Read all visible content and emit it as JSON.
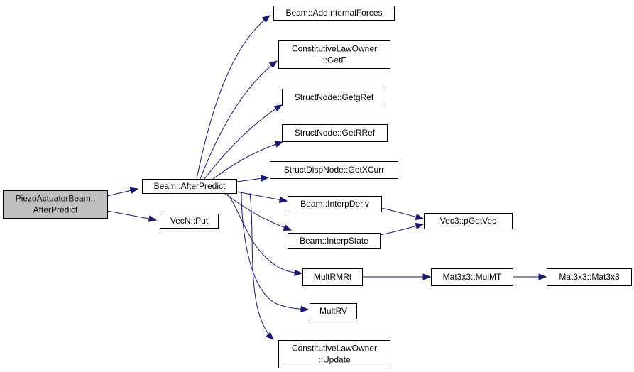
{
  "diagram": {
    "nodes": [
      {
        "id": "piezo",
        "lines": [
          "PiezoActuatorBeam::",
          "AfterPredict"
        ],
        "highlight": true
      },
      {
        "id": "afterpredict",
        "lines": [
          "Beam::AfterPredict"
        ]
      },
      {
        "id": "vecnput",
        "lines": [
          "VecN::Put"
        ]
      },
      {
        "id": "addinternal",
        "lines": [
          "Beam::AddInternalForces"
        ]
      },
      {
        "id": "getf",
        "lines": [
          "ConstitutiveLawOwner",
          "::GetF"
        ]
      },
      {
        "id": "getgref",
        "lines": [
          "StructNode::GetgRef"
        ]
      },
      {
        "id": "getrref",
        "lines": [
          "StructNode::GetRRef"
        ]
      },
      {
        "id": "getxcurr",
        "lines": [
          "StructDispNode::GetXCurr"
        ]
      },
      {
        "id": "interpderiv",
        "lines": [
          "Beam::InterpDeriv"
        ]
      },
      {
        "id": "interpstate",
        "lines": [
          "Beam::InterpState"
        ]
      },
      {
        "id": "multrmrt",
        "lines": [
          "MultRMRt"
        ]
      },
      {
        "id": "multrv",
        "lines": [
          "MultRV"
        ]
      },
      {
        "id": "update",
        "lines": [
          "ConstitutiveLawOwner",
          "::Update"
        ]
      },
      {
        "id": "pgetvec",
        "lines": [
          "Vec3::pGetVec"
        ]
      },
      {
        "id": "mulmt",
        "lines": [
          "Mat3x3::MulMT"
        ]
      },
      {
        "id": "mat3x3",
        "lines": [
          "Mat3x3::Mat3x3"
        ]
      }
    ],
    "edges": [
      {
        "from": "piezo",
        "to": "afterpredict"
      },
      {
        "from": "piezo",
        "to": "vecnput"
      },
      {
        "from": "afterpredict",
        "to": "addinternal"
      },
      {
        "from": "afterpredict",
        "to": "getf"
      },
      {
        "from": "afterpredict",
        "to": "getgref"
      },
      {
        "from": "afterpredict",
        "to": "getrref"
      },
      {
        "from": "afterpredict",
        "to": "getxcurr"
      },
      {
        "from": "afterpredict",
        "to": "interpderiv"
      },
      {
        "from": "afterpredict",
        "to": "interpstate"
      },
      {
        "from": "afterpredict",
        "to": "multrmrt"
      },
      {
        "from": "afterpredict",
        "to": "multrv"
      },
      {
        "from": "afterpredict",
        "to": "update"
      },
      {
        "from": "interpderiv",
        "to": "pgetvec"
      },
      {
        "from": "interpstate",
        "to": "pgetvec"
      },
      {
        "from": "multrmrt",
        "to": "mulmt"
      },
      {
        "from": "mulmt",
        "to": "mat3x3"
      }
    ],
    "colors": {
      "edge": "#191970",
      "root_fill": "#bfbfbf",
      "node_fill": "#ffffff",
      "border": "#000000"
    }
  }
}
